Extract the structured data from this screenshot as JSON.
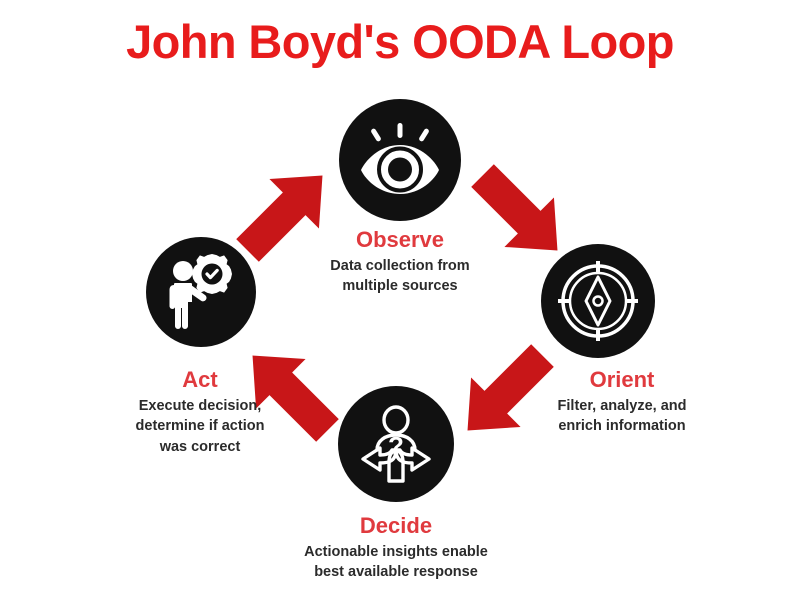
{
  "title": "John Boyd's OODA Loop",
  "colors": {
    "title_red": "#E81C1C",
    "label_red": "#E03A3E",
    "arrow_red": "#C81618",
    "circle_black": "#111111",
    "description_text": "#2b2b2b",
    "background": "#ffffff"
  },
  "diagram": {
    "type": "cycle",
    "direction": "clockwise",
    "steps": [
      {
        "id": "observe",
        "label": "Observe",
        "description_line1": "Data collection from",
        "description_line2": "multiple sources",
        "icon": "eye-icon",
        "position": "top"
      },
      {
        "id": "orient",
        "label": "Orient",
        "description_line1": "Filter, analyze, and",
        "description_line2": "enrich information",
        "icon": "compass-icon",
        "position": "right"
      },
      {
        "id": "decide",
        "label": "Decide",
        "description_line1": "Actionable insights enable",
        "description_line2": "best available response",
        "icon": "decision-person-icon",
        "position": "bottom"
      },
      {
        "id": "act",
        "label": "Act",
        "description_line1": "Execute decision,",
        "description_line2": "determine if action",
        "description_line3": "was correct",
        "icon": "person-gear-check-icon",
        "position": "left"
      }
    ],
    "arrows": [
      {
        "id": "act-to-observe",
        "from": "Act",
        "to": "Observe",
        "direction": "up-right"
      },
      {
        "id": "observe-to-orient",
        "from": "Observe",
        "to": "Orient",
        "direction": "down-right"
      },
      {
        "id": "orient-to-decide",
        "from": "Orient",
        "to": "Decide",
        "direction": "down-left"
      },
      {
        "id": "decide-to-act",
        "from": "Decide",
        "to": "Act",
        "direction": "up-left"
      }
    ]
  }
}
